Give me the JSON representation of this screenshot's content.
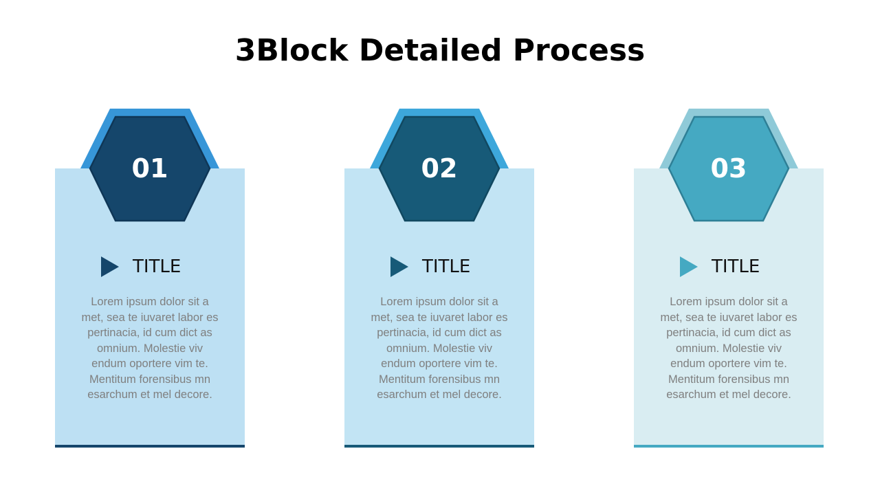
{
  "header": {
    "title": "3Block Detailed Process"
  },
  "blocks": [
    {
      "number": "01",
      "title": "TITLE",
      "body": "Lorem ipsum dolor sit a met, sea te iuvaret labor es pertinacia, id cum dict as omnium. Molestie viv endum oportere vim te. Mentitum forensibus mn esarchum et mel decore.",
      "colors": {
        "panel": "#bde0f3",
        "outer_hex": "#3796d8",
        "inner_hex": "#15466b",
        "hex_border": "#0f3656",
        "bottom_bar": "#15466b",
        "icon": "#15466b"
      }
    },
    {
      "number": "02",
      "title": "TITLE",
      "body": "Lorem ipsum dolor sit a met, sea te iuvaret labor es pertinacia, id cum dict as omnium. Molestie viv endum oportere vim te. Mentitum forensibus mn esarchum et mel decore.",
      "colors": {
        "panel": "#c2e4f4",
        "outer_hex": "#3da7db",
        "inner_hex": "#175a78",
        "hex_border": "#114860",
        "bottom_bar": "#175a78",
        "icon": "#175a78"
      }
    },
    {
      "number": "03",
      "title": "TITLE",
      "body": "Lorem ipsum dolor sit a met, sea te iuvaret labor es pertinacia, id cum dict as omnium. Molestie viv endum oportere vim te. Mentitum forensibus mn esarchum et mel decore.",
      "colors": {
        "panel": "#d9edf2",
        "outer_hex": "#8fcad8",
        "inner_hex": "#45a9c2",
        "hex_border": "#2e7f96",
        "bottom_bar": "#45a9c2",
        "icon": "#45a9c2"
      }
    }
  ]
}
